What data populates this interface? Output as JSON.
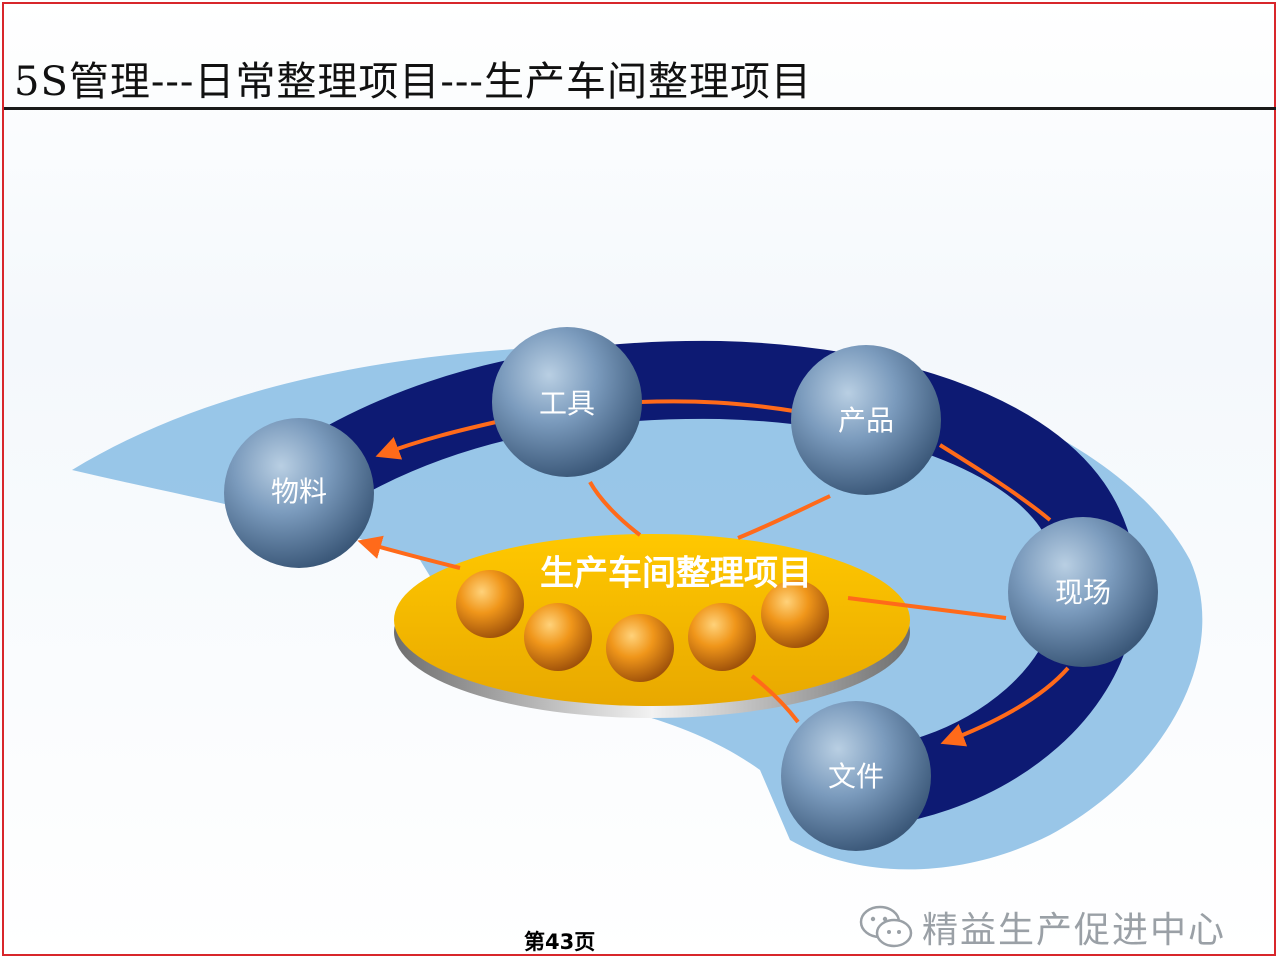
{
  "header": {
    "title": "5S管理---日常整理项目---生产车间整理项目"
  },
  "diagram": {
    "center_label": "生产车间整理项目",
    "nodes": [
      "工具",
      "物料",
      "产品",
      "现场",
      "文件"
    ]
  },
  "footer": {
    "page_number": "第43页"
  },
  "watermark": {
    "text": "精益生产促进中心"
  },
  "colors": {
    "frame": "#d8262b",
    "outer_band": "#8ec0e6",
    "ring": "#0d1a73",
    "ellipse": "#f3b200",
    "arrow": "#ff6a1a",
    "sphere": "#7b9bbd"
  }
}
